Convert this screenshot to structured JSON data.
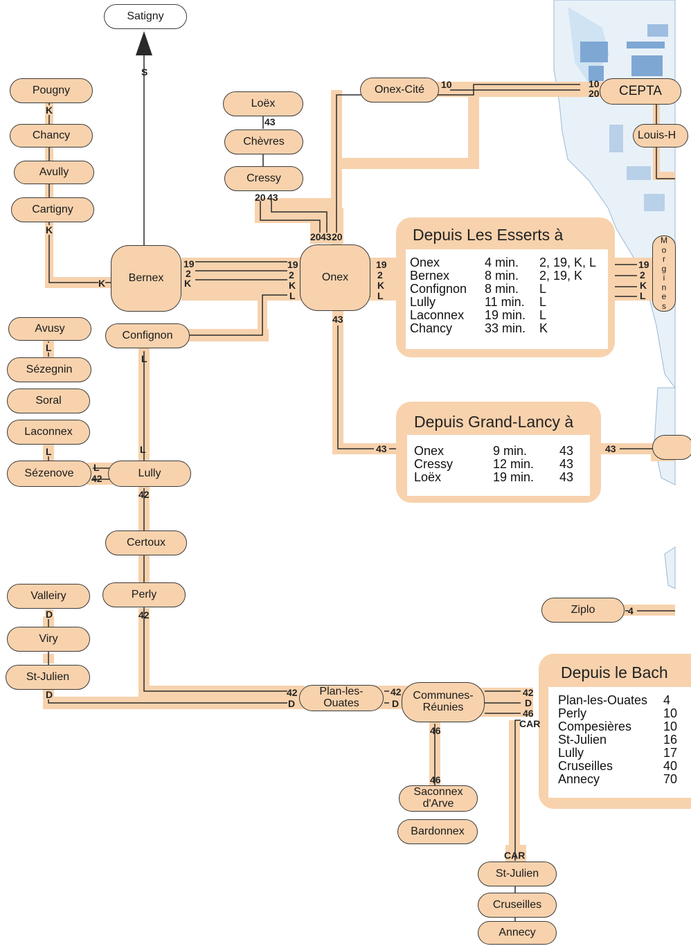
{
  "stops": {
    "satigny": "Satigny",
    "pougny": "Pougny",
    "chancy": "Chancy",
    "avully": "Avully",
    "cartigny": "Cartigny",
    "bernex": "Bernex",
    "loex": "Loëx",
    "chevres": "Chèvres",
    "cressy": "Cressy",
    "onex_cite": "Onex-Cité",
    "cepta": "CEPTA",
    "louis_h": "Louis-H",
    "onex": "Onex",
    "confignon": "Confignon",
    "avusy": "Avusy",
    "sezegnin": "Sézegnin",
    "soral": "Soral",
    "laconnex": "Laconnex",
    "sezenove": "Sézenove",
    "lully": "Lully",
    "certoux": "Certoux",
    "perly": "Perly",
    "valleiry": "Valleiry",
    "viry": "Viry",
    "st_julien_left": "St-Julien",
    "plan_les_ouates": "Plan-les-\nOuates",
    "communes_reunies": "Communes-\nRéunies",
    "saconnex_arve": "Saconnex\nd'Arve",
    "bardonnex": "Bardonnex",
    "ziplo": "Ziplo",
    "st_julien_bottom": "St-Julien",
    "cruseilles": "Cruseilles",
    "annecy": "Annecy",
    "morgines": "Morgines"
  },
  "line_labels": {
    "s": "S",
    "k": "K",
    "l": "L",
    "d": "D",
    "n2": "2",
    "n4": "4",
    "n10": "10",
    "n19": "19",
    "n20": "20",
    "n42": "42",
    "n43": "43",
    "n46": "46",
    "car": "CAR"
  },
  "panels": {
    "esserts": {
      "title": "Depuis Les Esserts à",
      "rows": [
        {
          "dest": "Onex",
          "time": "4 min.",
          "lines": "2, 19, K, L"
        },
        {
          "dest": "Bernex",
          "time": "8 min.",
          "lines": "2, 19, K"
        },
        {
          "dest": "Confignon",
          "time": "8 min.",
          "lines": "L"
        },
        {
          "dest": "Lully",
          "time": "11 min.",
          "lines": "L"
        },
        {
          "dest": "Laconnex",
          "time": "19 min.",
          "lines": "L"
        },
        {
          "dest": "Chancy",
          "time": "33 min.",
          "lines": "K"
        }
      ]
    },
    "grand_lancy": {
      "title": "Depuis Grand-Lancy à",
      "rows": [
        {
          "dest": "Onex",
          "time": "9 min.",
          "lines": "43"
        },
        {
          "dest": "Cressy",
          "time": "12 min.",
          "lines": "43"
        },
        {
          "dest": "Loëx",
          "time": "19 min.",
          "lines": "43"
        }
      ]
    },
    "bachet": {
      "title": "Depuis le Bach",
      "rows": [
        {
          "dest": "Plan-les-Ouates",
          "time": "4"
        },
        {
          "dest": "Perly",
          "time": "10"
        },
        {
          "dest": "Compesières",
          "time": "10"
        },
        {
          "dest": "St-Julien",
          "time": "16"
        },
        {
          "dest": "Lully",
          "time": "17"
        },
        {
          "dest": "Cruseilles",
          "time": "40"
        },
        {
          "dest": "Annecy",
          "time": "70"
        }
      ]
    }
  },
  "colors": {
    "band": "#f7d2ad",
    "line": "#2a2a2a",
    "panel_bg": "#f7d2ad",
    "water": "#cfe3f2",
    "urban": "#7fa7d4"
  }
}
